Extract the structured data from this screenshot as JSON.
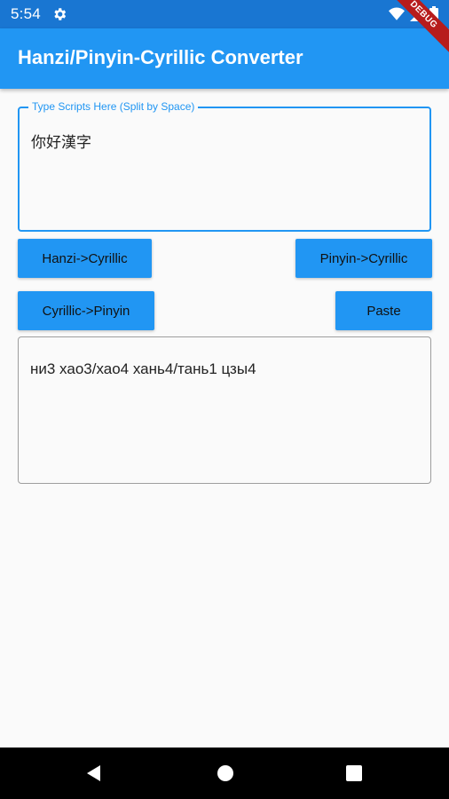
{
  "status_bar": {
    "time": "5:54",
    "icons": [
      "gear-icon",
      "wifi-icon",
      "signal-icon",
      "battery-icon"
    ]
  },
  "app_bar": {
    "title": "Hanzi/Pinyin-Cyrillic Converter"
  },
  "debug_banner": {
    "label": "DEBUG"
  },
  "input": {
    "label": "Type Scripts Here (Split by Space)",
    "value": "你好漢字"
  },
  "buttons": {
    "hanzi_to_cyrillic": "Hanzi->Cyrillic",
    "pinyin_to_cyrillic": "Pinyin->Cyrillic",
    "cyrillic_to_pinyin": "Cyrillic->Pinyin",
    "paste": "Paste"
  },
  "output": {
    "value": "ни3 хао3/хао4 хань4/тань1 цзы4"
  },
  "nav": {
    "icons": [
      "back-icon",
      "home-icon",
      "recents-icon"
    ]
  },
  "colors": {
    "status_bar": "#1976d2",
    "app_bar": "#2196f3",
    "accent": "#2196f3",
    "debug": "#b71c1c",
    "background": "#fafafa"
  }
}
